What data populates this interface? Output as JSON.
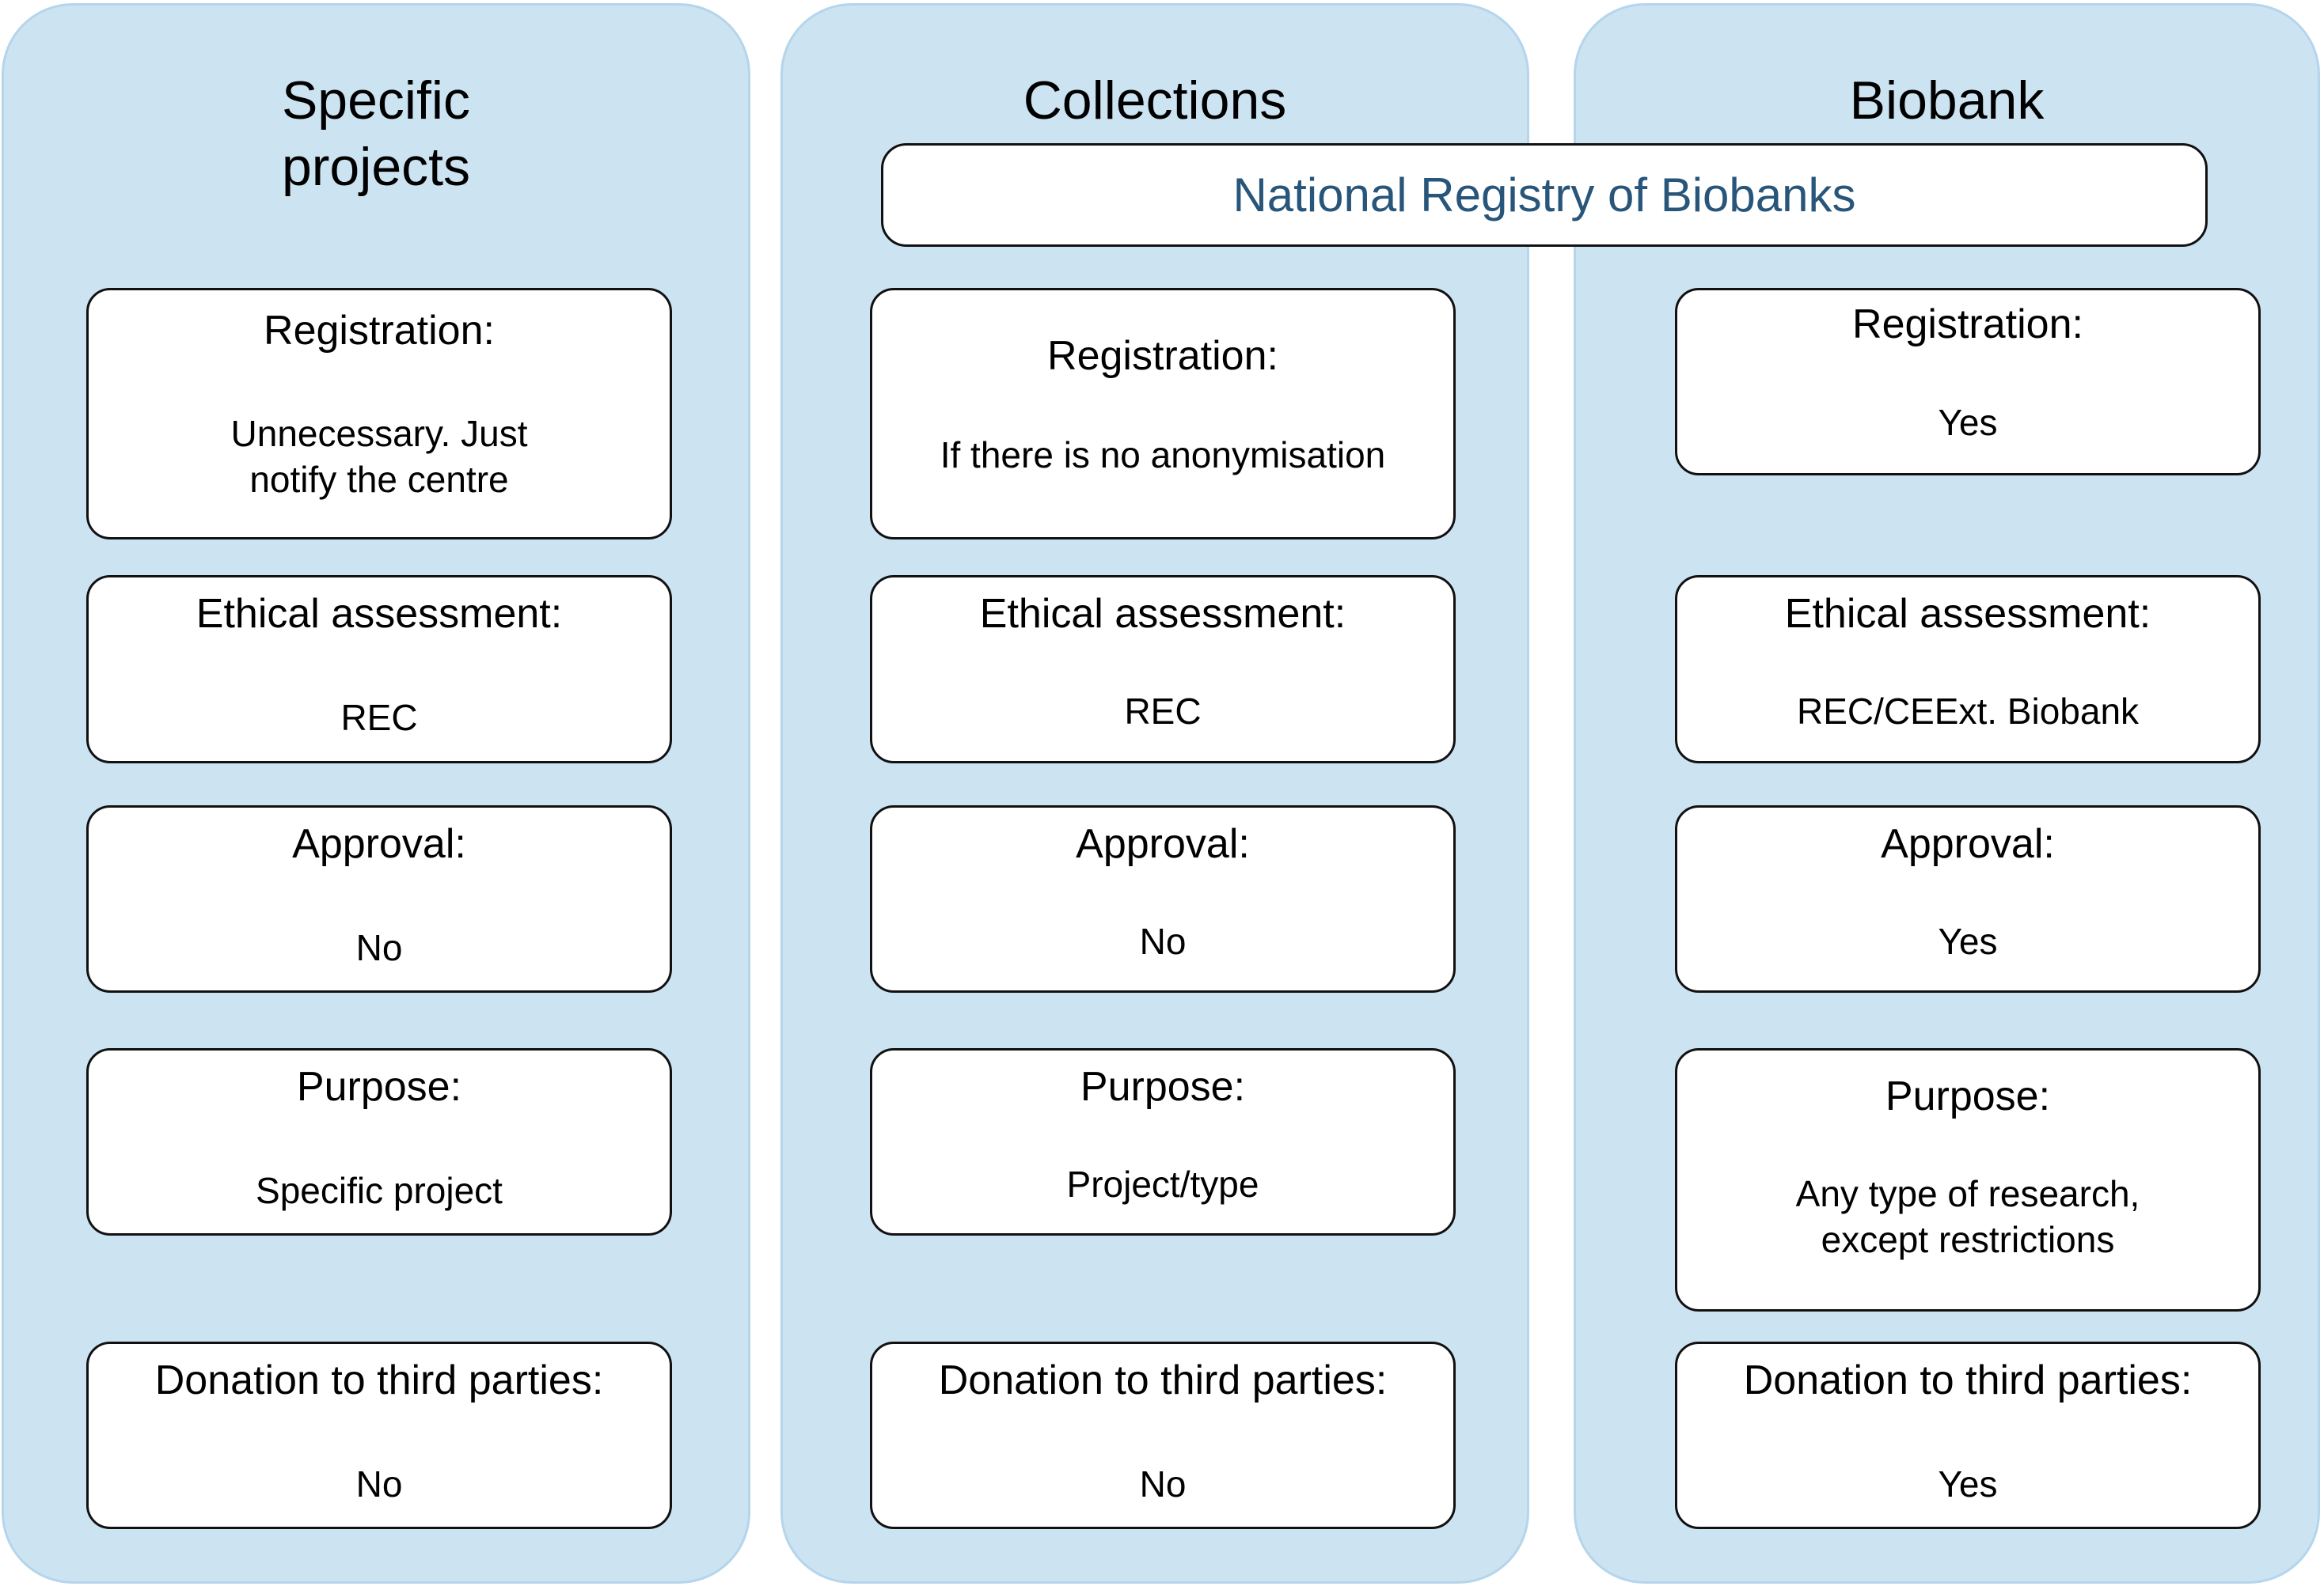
{
  "registry": "National Registry of Biobanks",
  "columns": [
    {
      "title": "Specific\nprojects",
      "registration": {
        "label": "Registration:",
        "value": "Unnecessary. Just\nnotify the centre"
      },
      "ethical": {
        "label": "Ethical assessment:",
        "value": "REC"
      },
      "approval": {
        "label": "Approval:",
        "value": "No"
      },
      "purpose": {
        "label": "Purpose:",
        "value": "Specific project"
      },
      "donation": {
        "label": "Donation to third parties:",
        "value": "No"
      }
    },
    {
      "title": "Collections",
      "registration": {
        "label": "Registration:",
        "value": "If there is no anonymisation"
      },
      "ethical": {
        "label": "Ethical assessment:",
        "value": "REC"
      },
      "approval": {
        "label": "Approval:",
        "value": "No"
      },
      "purpose": {
        "label": "Purpose:",
        "value": "Project/type"
      },
      "donation": {
        "label": "Donation to third parties:",
        "value": "No"
      }
    },
    {
      "title": "Biobank",
      "registration": {
        "label": "Registration:",
        "value": "Yes"
      },
      "ethical": {
        "label": "Ethical assessment:",
        "value": "REC/CEExt. Biobank"
      },
      "approval": {
        "label": "Approval:",
        "value": "Yes"
      },
      "purpose": {
        "label": "Purpose:",
        "value": "Any type of research,\nexcept restrictions"
      },
      "donation": {
        "label": "Donation to third parties:",
        "value": "Yes"
      }
    }
  ]
}
